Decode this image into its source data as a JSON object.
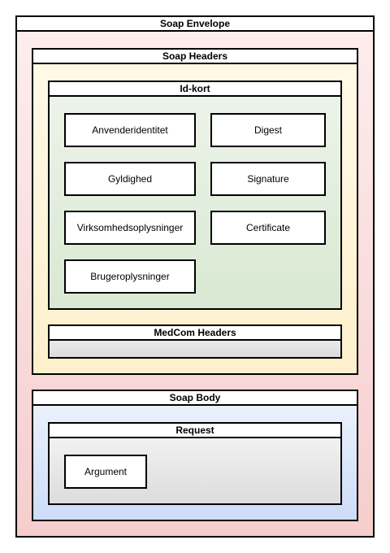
{
  "envelope": {
    "title": "Soap Envelope"
  },
  "soap_headers": {
    "title": "Soap Headers",
    "id_kort": {
      "title": "Id-kort",
      "items": [
        "Anvenderidentitet",
        "Digest",
        "Gyldighed",
        "Signature",
        "Virksomhedsoplysninger",
        "Certificate",
        "Brugeroplysninger"
      ]
    },
    "medcom_headers": {
      "title": "MedCom Headers"
    }
  },
  "soap_body": {
    "title": "Soap Body",
    "request": {
      "title": "Request",
      "argument": "Argument"
    }
  }
}
